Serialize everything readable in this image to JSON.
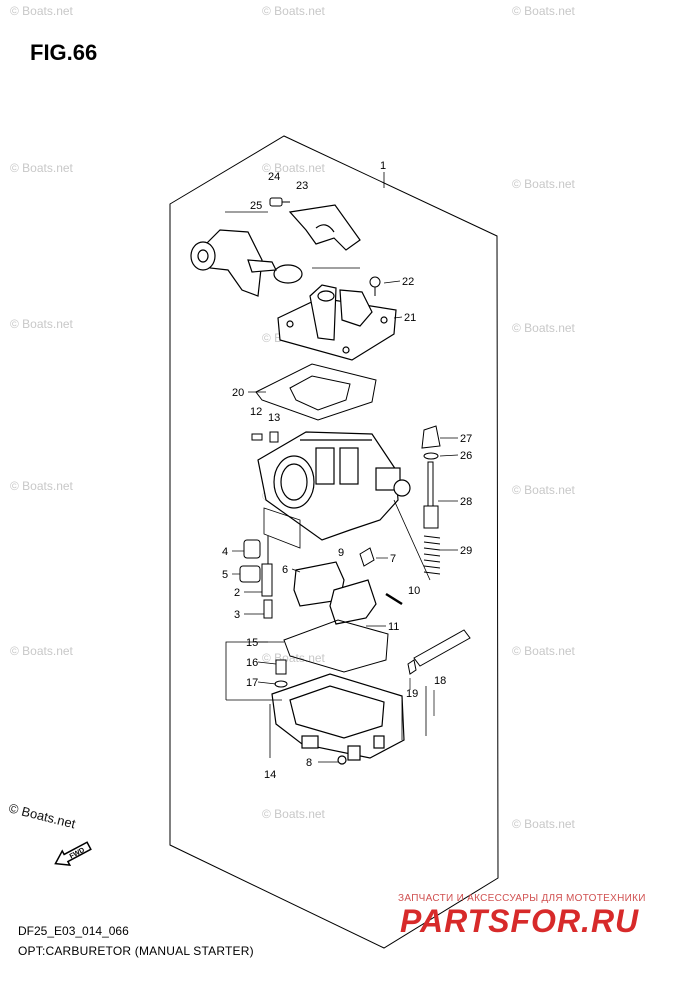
{
  "figure": {
    "title": "FIG.66",
    "diagram_code": "DF25_E03_014_066",
    "description": "OPT:CARBURETOR (MANUAL STARTER)"
  },
  "watermark": {
    "text": "© Boats.net",
    "color": "#c8c8c8"
  },
  "brand": {
    "tagline": "ЗАПЧАСТИ И АКСЕССУАРЫ ДЛЯ МОТОТЕХНИКИ",
    "name": "PARTSFOR.RU",
    "color": "#d72a2a"
  },
  "fwd_label": "FWD",
  "callouts": [
    "1",
    "2",
    "3",
    "4",
    "5",
    "6",
    "7",
    "8",
    "9",
    "10",
    "11",
    "12",
    "13",
    "14",
    "15",
    "16",
    "17",
    "18",
    "19",
    "20",
    "21",
    "22",
    "23",
    "24",
    "25",
    "26",
    "27",
    "28",
    "29"
  ]
}
